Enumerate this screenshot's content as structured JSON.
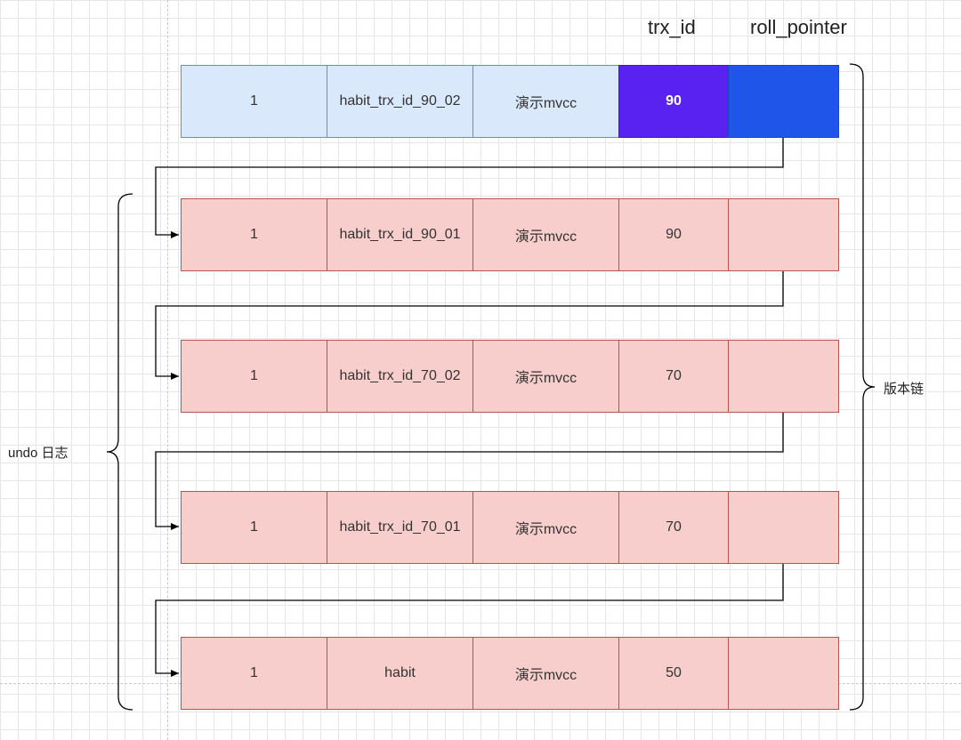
{
  "headers": {
    "trx_id": "trx_id",
    "roll_pointer": "roll_pointer"
  },
  "rows": [
    {
      "id": "1",
      "name": "habit_trx_id_90_02",
      "note": "演示mvcc",
      "trx_id": "90",
      "roll_pointer": ""
    },
    {
      "id": "1",
      "name": "habit_trx_id_90_01",
      "note": "演示mvcc",
      "trx_id": "90",
      "roll_pointer": ""
    },
    {
      "id": "1",
      "name": "habit_trx_id_70_02",
      "note": "演示mvcc",
      "trx_id": "70",
      "roll_pointer": ""
    },
    {
      "id": "1",
      "name": "habit_trx_id_70_01",
      "note": "演示mvcc",
      "trx_id": "70",
      "roll_pointer": ""
    },
    {
      "id": "1",
      "name": "habit",
      "note": "演示mvcc",
      "trx_id": "50",
      "roll_pointer": ""
    }
  ],
  "labels": {
    "undo_log": "undo 日志",
    "version_chain": "版本链"
  },
  "colors": {
    "current_row_fill": "#dae8fc",
    "current_row_stroke": "#6c8ebf",
    "log_row_fill": "#f8cecc",
    "log_row_stroke": "#b85450",
    "trx_id_highlight": "#5a22f0",
    "roll_pointer_highlight": "#1f55e8"
  }
}
